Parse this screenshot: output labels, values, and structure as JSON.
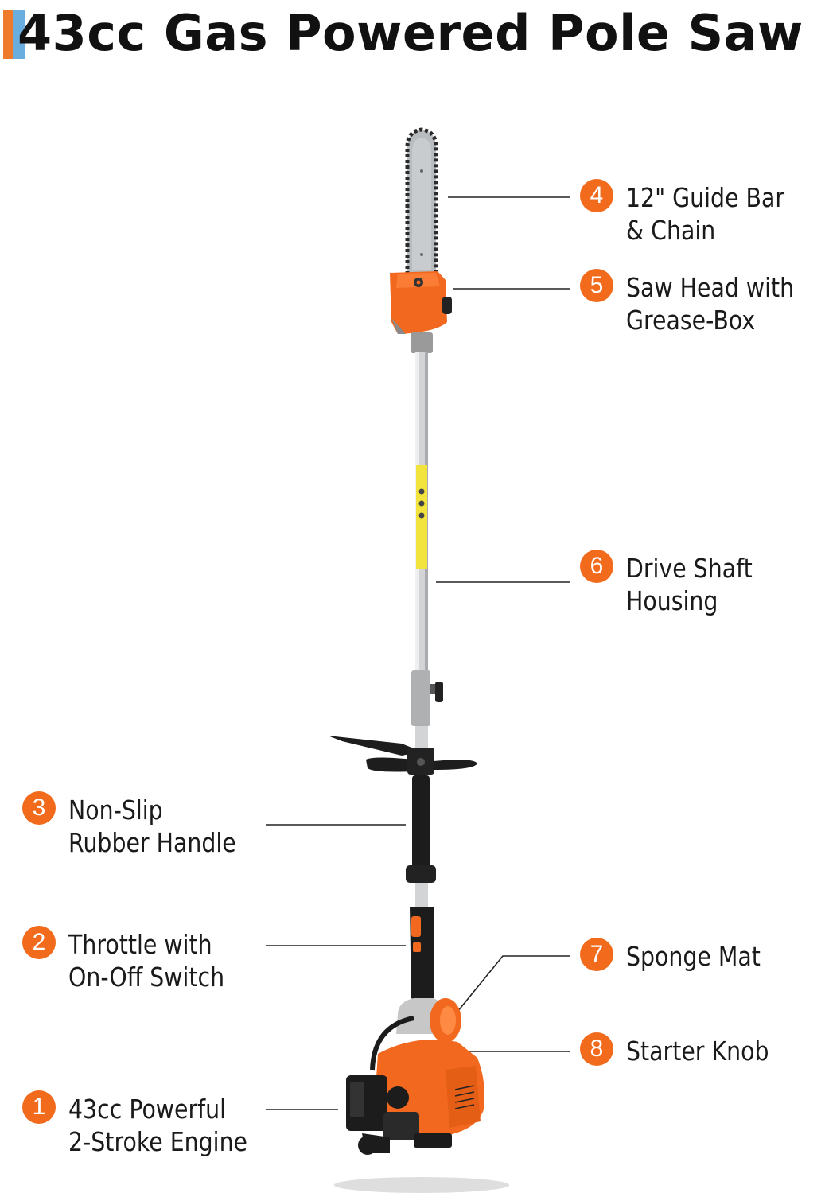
{
  "title": "43cc Gas Powered Pole Saw",
  "colors": {
    "accent": "#f26a1b",
    "title_accent_orange": "#f07a2c",
    "title_accent_blue": "#6aaee0"
  },
  "callouts": [
    {
      "number": "1",
      "line1": "43cc Powerful",
      "line2": "2-Stroke Engine"
    },
    {
      "number": "2",
      "line1": "Throttle with",
      "line2": "On-Off Switch"
    },
    {
      "number": "3",
      "line1": "Non-Slip",
      "line2": "Rubber Handle"
    },
    {
      "number": "4",
      "line1": "12\" Guide Bar",
      "line2": "& Chain"
    },
    {
      "number": "5",
      "line1": "Saw Head with",
      "line2": "Grease-Box"
    },
    {
      "number": "6",
      "line1": "Drive Shaft",
      "line2": "Housing"
    },
    {
      "number": "7",
      "line1": "Sponge Mat",
      "line2": ""
    },
    {
      "number": "8",
      "line1": "Starter Knob",
      "line2": ""
    }
  ]
}
